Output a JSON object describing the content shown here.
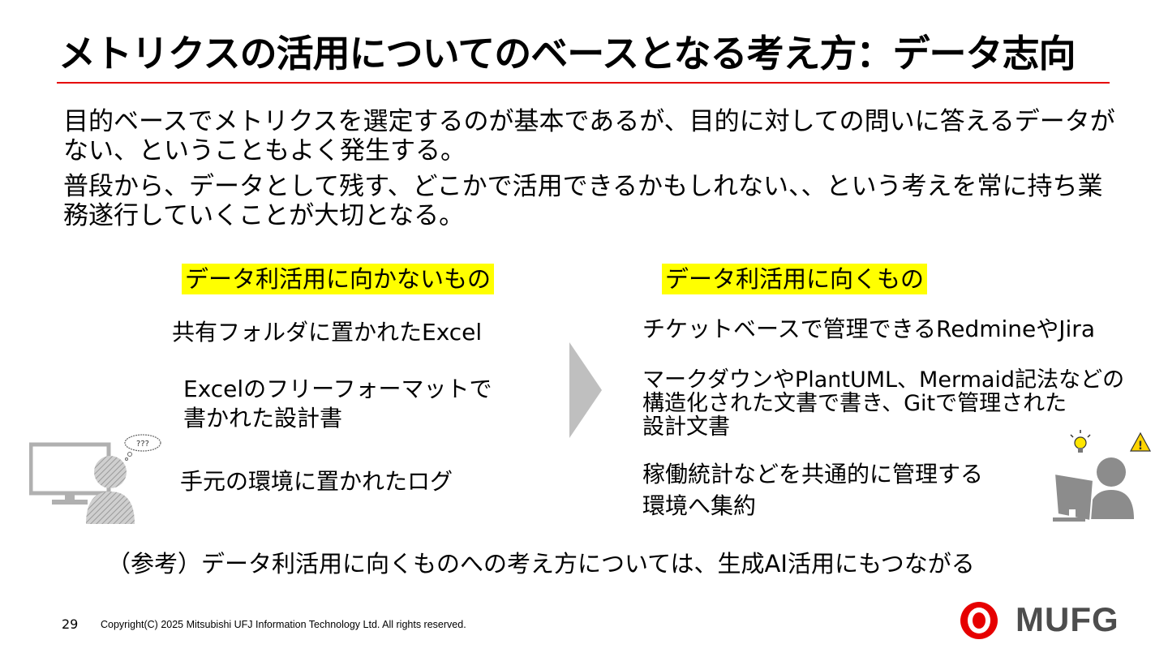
{
  "slide": {
    "title": "メトリクスの活用についてのベースとなる考え方：データ志向",
    "intro": [
      "目的ベースでメトリクスを選定するのが基本であるが、目的に対しての問いに答えるデータがない、ということもよく発生する。",
      "普段から、データとして残す、どこかで活用できるかもしれない、、という考えを常に持ち業務遂行していくことが大切となる。"
    ],
    "left_column": {
      "heading": "データ利活用に向かないもの",
      "items": [
        "共有フォルダに置かれたExcel",
        "Excelのフリーフォーマットで\n書かれた設計書",
        "手元の環境に置かれたログ"
      ]
    },
    "right_column": {
      "heading": "データ利活用に向くもの",
      "items": [
        "チケットベースで管理できるRedmineやJira",
        "マークダウンやPlantUML、Mermaid記法などの\n構造化された文書で書き、Gitで管理された\n設計文書",
        "稼働統計などを共通的に管理する\n環境へ集約"
      ]
    },
    "footnote": "（参考）データ利活用に向くものへの考え方については、生成AI活用にもつながる",
    "page_number": "29",
    "copyright": "Copyright(C) 2025 Mitsubishi UFJ Information Technology Ltd.  All rights reserved.",
    "logo_text": "MUFG",
    "thought_bubble_text": "???"
  },
  "colors": {
    "accent_red": "#e60000",
    "highlight_yellow": "#ffff00",
    "arrow_gray": "#bfbfbf",
    "figure_gray": "#8c8c8c",
    "logo_gray": "#4d4d4d"
  },
  "icons": [
    "monitor-icon",
    "person-icon",
    "thought-bubble-icon",
    "arrow-right-icon",
    "lightbulb-icon",
    "warning-icon",
    "mufg-logo-icon"
  ]
}
